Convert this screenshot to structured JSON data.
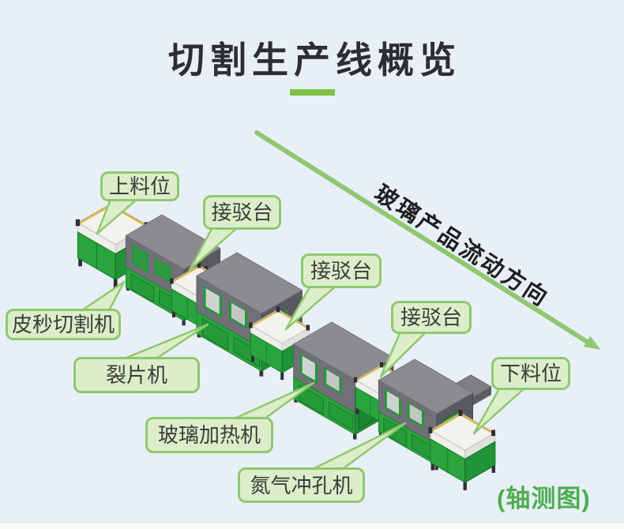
{
  "header": {
    "title": "切割生产线概览"
  },
  "flow": {
    "direction_label": "玻璃产品流动方向"
  },
  "caption": {
    "view_label": "(轴测图)"
  },
  "callouts": [
    {
      "id": "loading-station",
      "text": "上料位"
    },
    {
      "id": "transfer-table-1",
      "text": "接驳台"
    },
    {
      "id": "transfer-table-2",
      "text": "接驳台"
    },
    {
      "id": "transfer-table-3",
      "text": "接驳台"
    },
    {
      "id": "unloading-station",
      "text": "下料位"
    },
    {
      "id": "picosecond-cutter",
      "text": "皮秒切割机"
    },
    {
      "id": "splitting-machine",
      "text": "裂片机"
    },
    {
      "id": "glass-heating-machine",
      "text": "玻璃加热机"
    },
    {
      "id": "nitrogen-punching-machine",
      "text": "氮气冲孔机"
    }
  ],
  "palette": {
    "background": "#e9eff6",
    "title_text": "#2b2e33",
    "title_underline": "#7cc245",
    "callout_fill": "#dceec9",
    "callout_border": "#8fc870",
    "callout_text": "#3b3b3b",
    "arrow_green": "#8fc870",
    "caption_green": "#4cae50",
    "machine_green": "#2aa53d",
    "machine_gray_top": "#8b8b91",
    "machine_gray_side": "#5a5861",
    "table_white": "#f2f2ee",
    "accent_yellow": "#d9b544"
  }
}
